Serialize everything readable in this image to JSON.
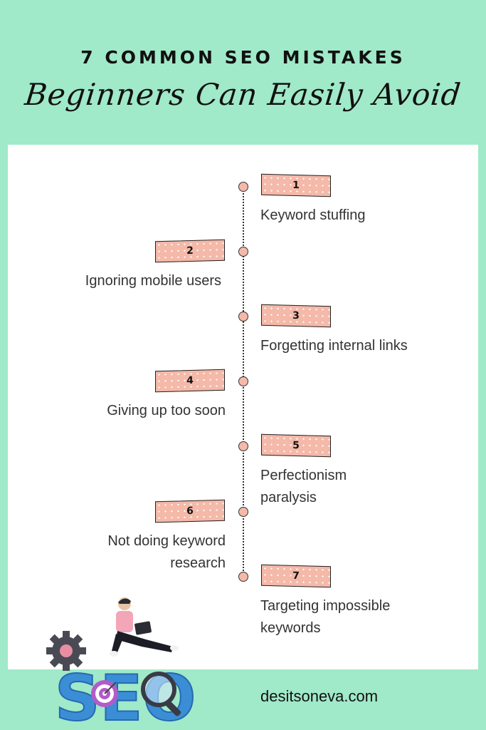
{
  "header": {
    "title": "7 COMMON SEO MISTAKES",
    "subtitle": "Beginners Can Easily Avoid"
  },
  "mistakes": [
    {
      "number": "1",
      "label": "Keyword stuffing"
    },
    {
      "number": "2",
      "label": "Ignoring mobile users"
    },
    {
      "number": "3",
      "label": "Forgetting internal links"
    },
    {
      "number": "4",
      "label": "Giving up too soon"
    },
    {
      "number": "5",
      "label_line1": "Perfectionism",
      "label_line2": "paralysis"
    },
    {
      "number": "6",
      "label_line1": "Not doing keyword",
      "label_line2": "research"
    },
    {
      "number": "7",
      "label_line1": "Targeting impossible",
      "label_line2": "keywords"
    }
  ],
  "illustration": {
    "icon": "seo-illustration",
    "text": "SEO"
  },
  "footer": {
    "url": "desitsoneva.com"
  },
  "colors": {
    "background": "#a0e9c9",
    "card": "#ffffff",
    "tag": "#f4b9a9",
    "seo_letters": "#3b8ed6"
  }
}
